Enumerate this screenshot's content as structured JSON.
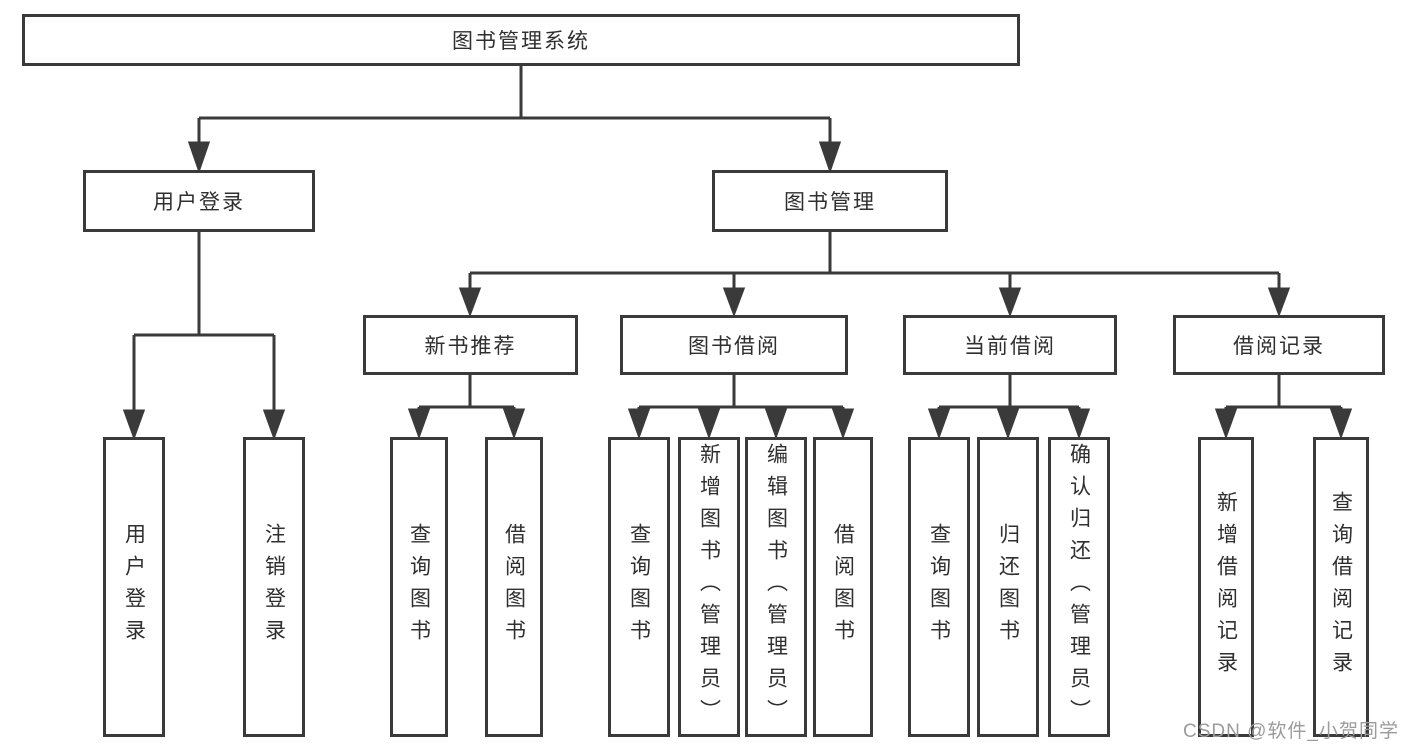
{
  "nodes": {
    "root": "图书管理系统",
    "user_login": "用户登录",
    "book_mgmt": "图书管理",
    "new_book_rec": "新书推荐",
    "book_borrow": "图书借阅",
    "current_borrow": "当前借阅",
    "borrow_records": "借阅记录",
    "leaf_user_login": "用户登录",
    "leaf_logout": "注销登录",
    "leaf_rec_query_books": "查询图书",
    "leaf_rec_borrow_books": "借阅图书",
    "leaf_bor_query_books": "查询图书",
    "leaf_bor_add_books": "新增图书（管理员）",
    "leaf_bor_edit_books": "编辑图书（管理员）",
    "leaf_bor_borrow_books": "借阅图书",
    "leaf_cur_query_books": "查询图书",
    "leaf_cur_return_books": "归还图书",
    "leaf_cur_confirm_return": "确认归还（管理员）",
    "leaf_hist_add_record": "新增借阅记录",
    "leaf_hist_query_record": "查询借阅记录"
  },
  "hierarchy": [
    {
      "parent": "图书管理系统",
      "children": [
        "用户登录",
        "图书管理"
      ]
    },
    {
      "parent": "用户登录",
      "children": [
        "用户登录",
        "注销登录"
      ]
    },
    {
      "parent": "图书管理",
      "children": [
        "新书推荐",
        "图书借阅",
        "当前借阅",
        "借阅记录"
      ]
    },
    {
      "parent": "新书推荐",
      "children": [
        "查询图书",
        "借阅图书"
      ]
    },
    {
      "parent": "图书借阅",
      "children": [
        "查询图书",
        "新增图书（管理员）",
        "编辑图书（管理员）",
        "借阅图书"
      ]
    },
    {
      "parent": "当前借阅",
      "children": [
        "查询图书",
        "归还图书",
        "确认归还（管理员）"
      ]
    },
    {
      "parent": "借阅记录",
      "children": [
        "新增借阅记录",
        "查询借阅记录"
      ]
    }
  ],
  "watermark": {
    "text": "CSDN @软件_小贺同学"
  },
  "colors": {
    "stroke": "#3a3a3a",
    "text": "#2f2f2f",
    "background": "#ffffff",
    "watermark": "#9b9b9b"
  }
}
